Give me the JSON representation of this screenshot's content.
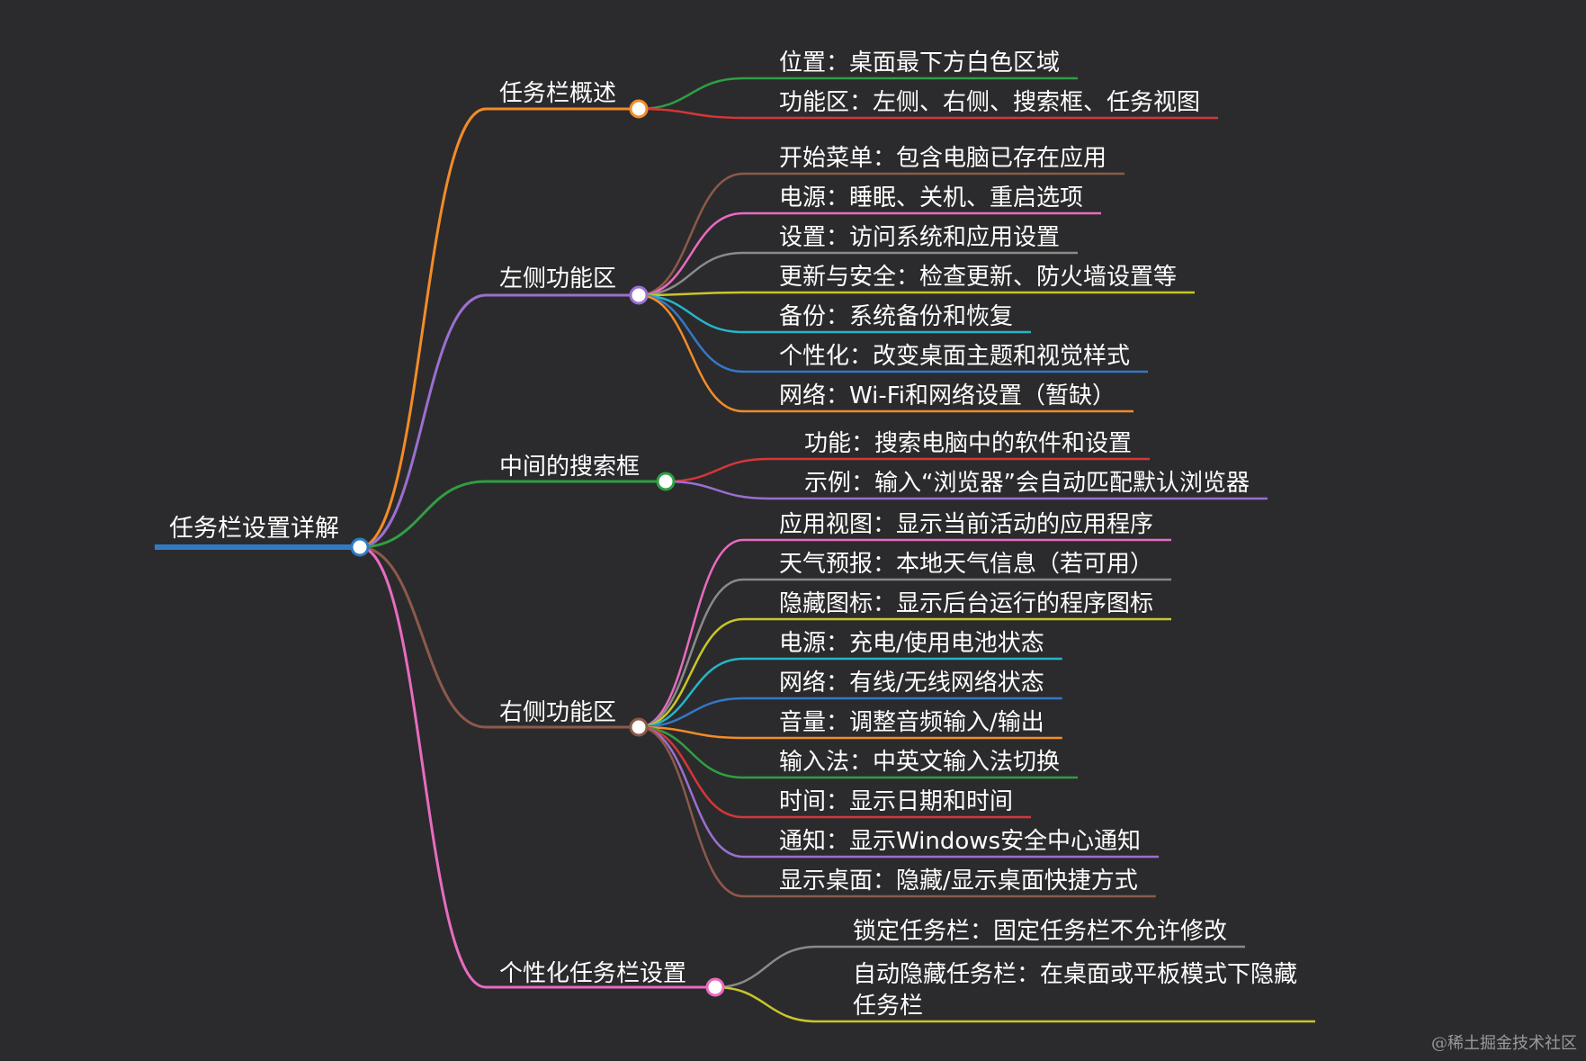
{
  "root": {
    "label": "任务栏设置详解",
    "color": "#2f7cc4"
  },
  "branches": [
    {
      "label": "任务栏概述",
      "color": "#f28c28",
      "children": [
        {
          "label": "位置：桌面最下方白色区域",
          "color": "#2ea043"
        },
        {
          "label": "功能区：左侧、右侧、搜索框、任务视图",
          "color": "#d63638"
        }
      ]
    },
    {
      "label": "左侧功能区",
      "color": "#9b6fd0",
      "children": [
        {
          "label": "开始菜单：包含电脑已存在应用",
          "color": "#8c5a4a"
        },
        {
          "label": "电源：睡眠、关机、重启选项",
          "color": "#e96bc0"
        },
        {
          "label": "设置：访问系统和应用设置",
          "color": "#8a8a8a"
        },
        {
          "label": "更新与安全：检查更新、防火墙设置等",
          "color": "#c8c62a"
        },
        {
          "label": "备份：系统备份和恢复",
          "color": "#26b5c9"
        },
        {
          "label": "个性化：改变桌面主题和视觉样式",
          "color": "#3478c6"
        },
        {
          "label": "网络：Wi-Fi和网络设置（暂缺）",
          "color": "#f28c28"
        }
      ]
    },
    {
      "label": "中间的搜索框",
      "color": "#2ea043",
      "children": [
        {
          "label": "功能：搜索电脑中的软件和设置",
          "color": "#d63638"
        },
        {
          "label": "示例：输入“浏览器”会自动匹配默认浏览器",
          "color": "#9b6fd0"
        }
      ]
    },
    {
      "label": "右侧功能区",
      "color": "#8c5a4a",
      "children": [
        {
          "label": "应用视图：显示当前活动的应用程序",
          "color": "#e96bc0"
        },
        {
          "label": "天气预报：本地天气信息（若可用）",
          "color": "#8a8a8a"
        },
        {
          "label": "隐藏图标：显示后台运行的程序图标",
          "color": "#c8c62a"
        },
        {
          "label": "电源：充电/使用电池状态",
          "color": "#26b5c9"
        },
        {
          "label": "网络：有线/无线网络状态",
          "color": "#3478c6"
        },
        {
          "label": "音量：调整音频输入/输出",
          "color": "#f28c28"
        },
        {
          "label": "输入法：中英文输入法切换",
          "color": "#2ea043"
        },
        {
          "label": "时间：显示日期和时间",
          "color": "#d63638"
        },
        {
          "label": "通知：显示Windows安全中心通知",
          "color": "#9b6fd0"
        },
        {
          "label": "显示桌面：隐藏/显示桌面快捷方式",
          "color": "#8c5a4a"
        }
      ]
    },
    {
      "label": "个性化任务栏设置",
      "color": "#e96bc0",
      "children": [
        {
          "label": "锁定任务栏：固定任务栏不允许修改",
          "color": "#8a8a8a"
        },
        {
          "label": "自动隐藏任务栏：在桌面或平板模式下隐藏任务栏",
          "color": "#c8c62a"
        }
      ]
    }
  ],
  "watermark": "@稀土掘金技术社区"
}
